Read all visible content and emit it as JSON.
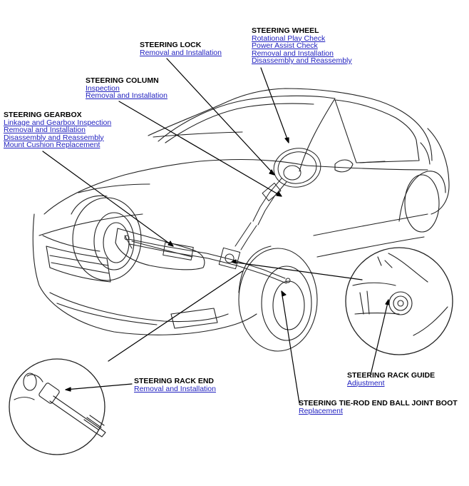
{
  "colors": {
    "line": "#222222",
    "link": "#1f1fbf",
    "title": "#000000",
    "background": "#ffffff"
  },
  "callouts": {
    "steering_lock": {
      "title": "STEERING LOCK",
      "links": [
        "Removal and Installation"
      ]
    },
    "steering_wheel": {
      "title": "STEERING WHEEL",
      "links": [
        "Rotational Play Check",
        "Power Assist Check",
        "Removal and Installation",
        "Disassembly and Reassembly"
      ]
    },
    "steering_column": {
      "title": "STEERING COLUMN",
      "links": [
        "Inspection",
        "Removal and Installation"
      ]
    },
    "steering_gearbox": {
      "title": "STEERING GEARBOX",
      "links": [
        "Linkage and Gearbox Inspection",
        "Removal and Installation",
        "Disassembly and Reassembly",
        "Mount Cushion Replacement"
      ]
    },
    "steering_rack_guide": {
      "title": "STEERING RACK GUIDE",
      "links": [
        "Adjustment"
      ]
    },
    "steering_rack_end": {
      "title": "STEERING RACK END",
      "links": [
        "Removal and Installation"
      ]
    },
    "tie_rod_boot": {
      "title": "STEERING TIE-ROD END BALL JOINT BOOT",
      "links": [
        "Replacement"
      ]
    }
  },
  "icons": {
    "car": "car-illustration",
    "detail_rack_end": "rack-end-detail",
    "detail_rack_guide": "rack-guide-detail"
  }
}
